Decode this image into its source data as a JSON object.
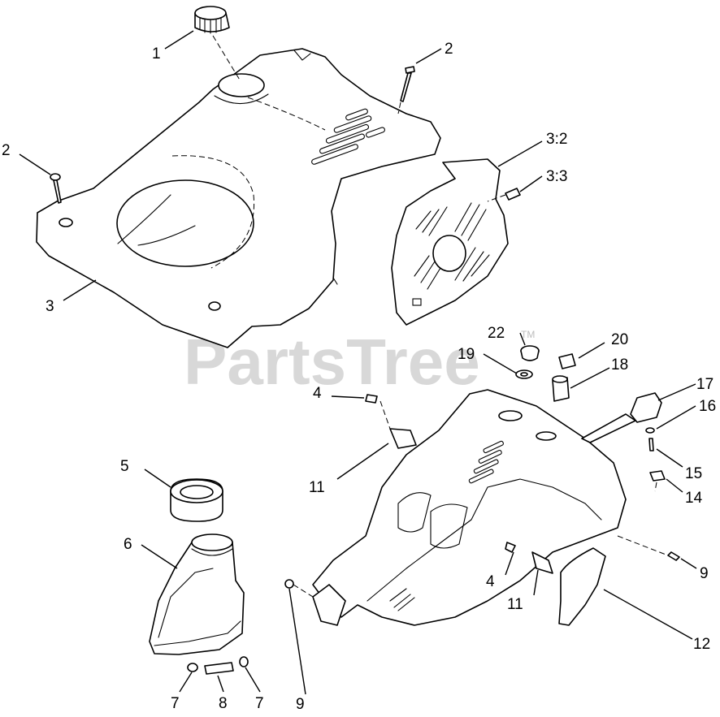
{
  "watermark": {
    "text": "PartsTree",
    "tm": "TM"
  },
  "callouts": [
    {
      "id": "c-1",
      "label": "1"
    },
    {
      "id": "c-2a",
      "label": "2"
    },
    {
      "id": "c-2b",
      "label": "2"
    },
    {
      "id": "c-3",
      "label": "3"
    },
    {
      "id": "c-3-2",
      "label": "3:2"
    },
    {
      "id": "c-3-3",
      "label": "3:3"
    },
    {
      "id": "c-4a",
      "label": "4"
    },
    {
      "id": "c-4b",
      "label": "4"
    },
    {
      "id": "c-5",
      "label": "5"
    },
    {
      "id": "c-6",
      "label": "6"
    },
    {
      "id": "c-7a",
      "label": "7"
    },
    {
      "id": "c-7b",
      "label": "7"
    },
    {
      "id": "c-8",
      "label": "8"
    },
    {
      "id": "c-9a",
      "label": "9"
    },
    {
      "id": "c-9b",
      "label": "9"
    },
    {
      "id": "c-11a",
      "label": "11"
    },
    {
      "id": "c-11b",
      "label": "11"
    },
    {
      "id": "c-12",
      "label": "12"
    },
    {
      "id": "c-14",
      "label": "14"
    },
    {
      "id": "c-15",
      "label": "15"
    },
    {
      "id": "c-16",
      "label": "16"
    },
    {
      "id": "c-17",
      "label": "17"
    },
    {
      "id": "c-18",
      "label": "18"
    },
    {
      "id": "c-19",
      "label": "19"
    },
    {
      "id": "c-20",
      "label": "20"
    },
    {
      "id": "c-22",
      "label": "22"
    }
  ]
}
